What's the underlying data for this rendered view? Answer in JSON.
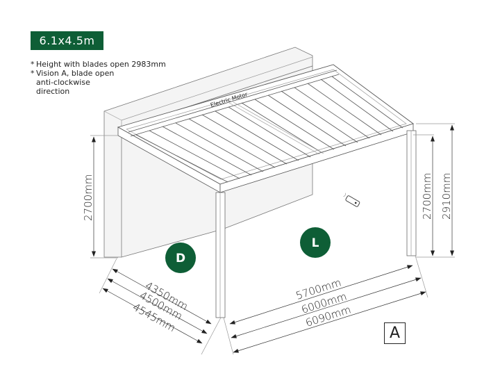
{
  "header": {
    "size_label": "6.1x4.5m",
    "accent_color": "#0e5e36"
  },
  "notes": [
    {
      "bullet": "*",
      "lines": [
        "Height with blades open 2983mm"
      ]
    },
    {
      "bullet": "*",
      "lines": [
        "Vision A, blade open",
        "anti-clockwise",
        "direction"
      ]
    }
  ],
  "drawing": {
    "motor_label": "Electric Motor",
    "remote_icon": "remote-control-icon",
    "side_labels": {
      "left": "D",
      "front": "L"
    },
    "view_label": "A",
    "dimensions": {
      "left_height": "2700mm",
      "right_inner_height": "2700mm",
      "right_outer_height": "2910mm",
      "depth": [
        "4350mm",
        "4500mm",
        "4545mm"
      ],
      "width": [
        "5700mm",
        "6000mm",
        "6090mm"
      ]
    }
  }
}
